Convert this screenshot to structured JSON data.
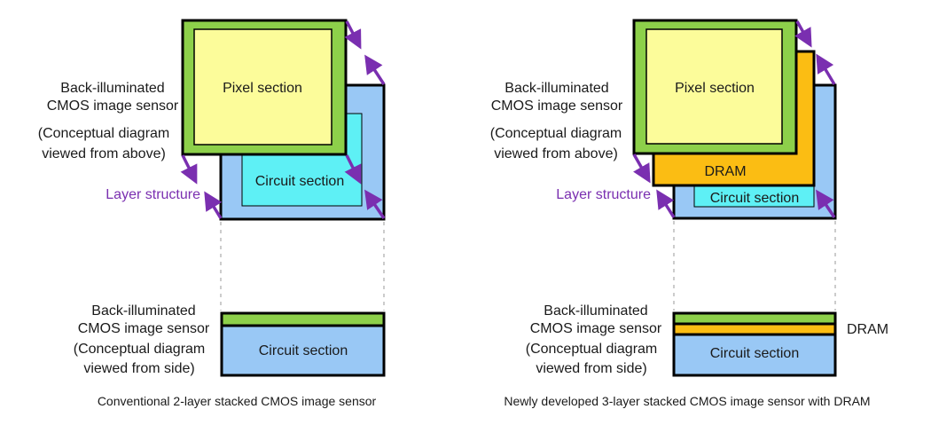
{
  "colors": {
    "pixel_frame": "#8dd04a",
    "pixel_fill": "#fcfc9a",
    "circuit_base": "#99c8f5",
    "circuit_inner": "#5ef0f5",
    "dram": "#fbbd13",
    "arrow": "#7a2fb0",
    "outline": "#000000"
  },
  "left": {
    "sensor_label_line1": "Back-illuminated",
    "sensor_label_line2": "CMOS image sensor",
    "above_note_line1": "(Conceptual diagram",
    "above_note_line2": "viewed from above)",
    "layer_structure": "Layer structure",
    "pixel_section": "Pixel section",
    "circuit_section": "Circuit section",
    "side_label_line1": "Back-illuminated",
    "side_label_line2": "CMOS image sensor",
    "side_note_line1": "(Conceptual diagram",
    "side_note_line2": "viewed from side)",
    "side_circuit_section": "Circuit section",
    "caption": "Conventional 2-layer stacked CMOS image sensor"
  },
  "right": {
    "sensor_label_line1": "Back-illuminated",
    "sensor_label_line2": "CMOS image sensor",
    "above_note_line1": "(Conceptual diagram",
    "above_note_line2": "viewed from above)",
    "layer_structure": "Layer structure",
    "pixel_section": "Pixel section",
    "dram": "DRAM",
    "circuit_section": "Circuit section",
    "side_label_line1": "Back-illuminated",
    "side_label_line2": "CMOS image sensor",
    "side_note_line1": "(Conceptual diagram",
    "side_note_line2": "viewed from side)",
    "side_circuit_section": "Circuit section",
    "side_dram": "DRAM",
    "caption": "Newly developed 3-layer stacked CMOS image sensor with DRAM"
  }
}
